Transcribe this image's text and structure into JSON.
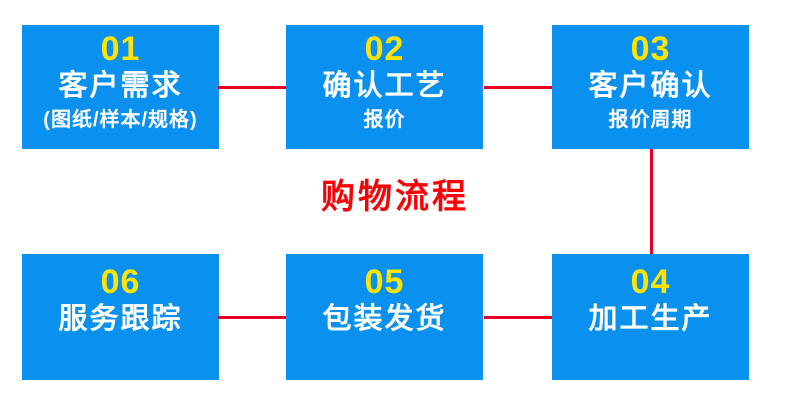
{
  "colors": {
    "page_bg": "#ffffff",
    "box_bg": "#0a90ee",
    "number_color": "#ffe400",
    "label_color": "#ffffff",
    "line_color": "#e60022",
    "title_color": "#fb0105"
  },
  "flow": {
    "title": "购物流程",
    "steps": [
      {
        "number": "01",
        "label": "客户需求",
        "sublabel": "(图纸/样本/规格)"
      },
      {
        "number": "02",
        "label": "确认工艺",
        "sublabel": "报价"
      },
      {
        "number": "03",
        "label": "客户确认",
        "sublabel": "报价周期"
      },
      {
        "number": "04",
        "label": "加工生产",
        "sublabel": ""
      },
      {
        "number": "05",
        "label": "包装发货",
        "sublabel": ""
      },
      {
        "number": "06",
        "label": "服务跟踪",
        "sublabel": ""
      }
    ],
    "connectors": [
      {
        "from": "01",
        "to": "02"
      },
      {
        "from": "02",
        "to": "03"
      },
      {
        "from": "03",
        "to": "04"
      },
      {
        "from": "04",
        "to": "05"
      },
      {
        "from": "05",
        "to": "06"
      }
    ]
  }
}
